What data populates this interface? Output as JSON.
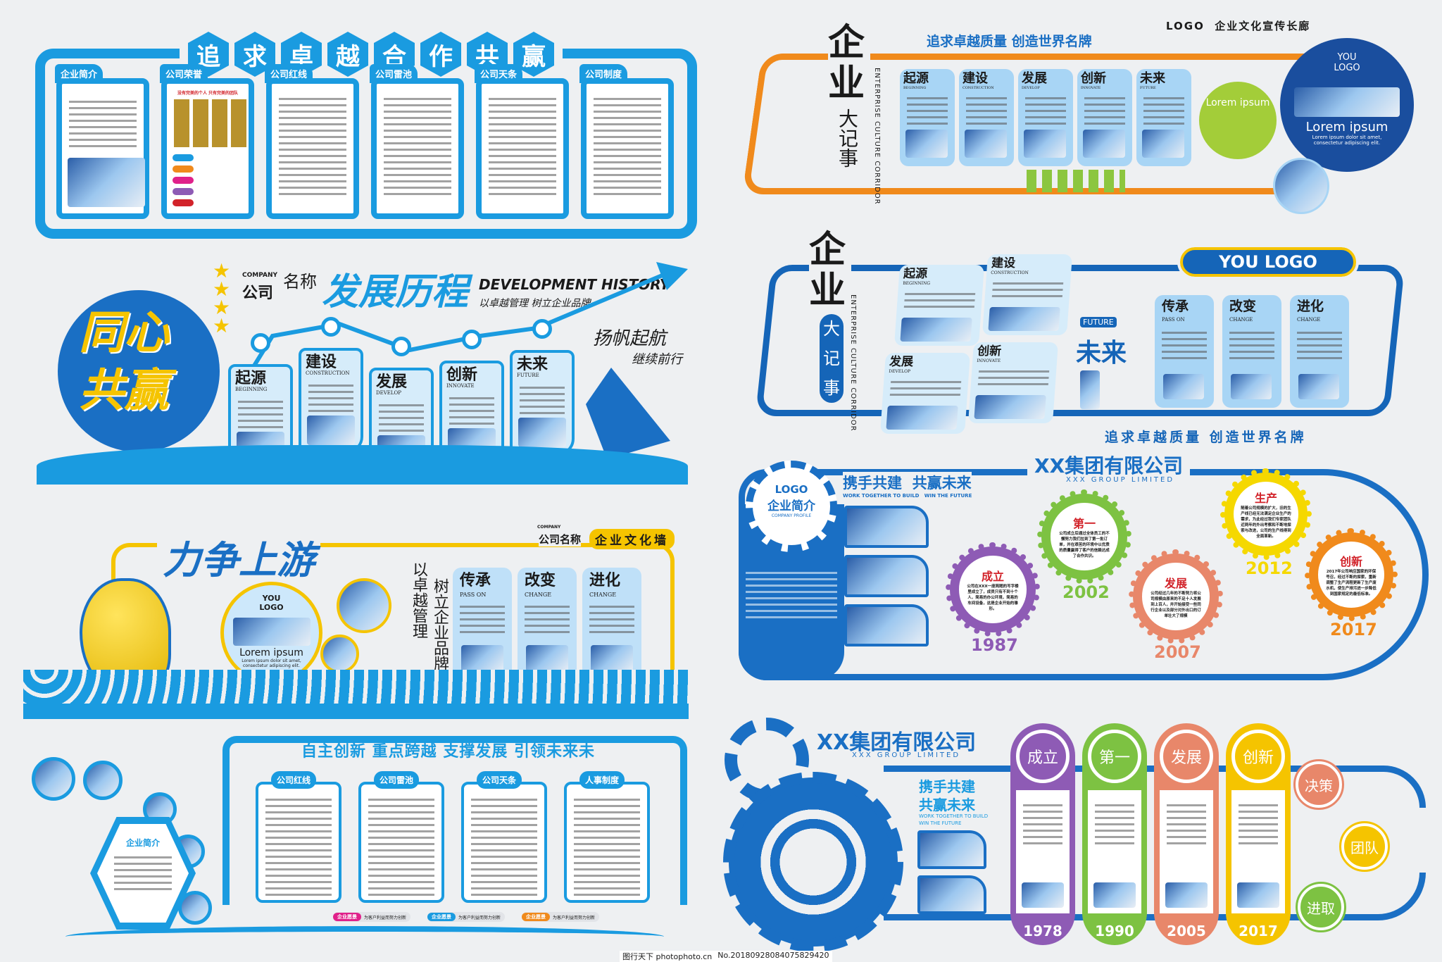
{
  "colors": {
    "blue": "#1a9be0",
    "dark_blue": "#1565b8",
    "orange": "#f08a1c",
    "yellow": "#f5c400",
    "green": "#8cc63f",
    "purple": "#8e5bb5",
    "salmon": "#e8876a"
  },
  "panel1": {
    "title_chars": [
      "追",
      "求",
      "卓",
      "越",
      "合",
      "作",
      "共",
      "赢"
    ],
    "cards": [
      {
        "title": "企业简介"
      },
      {
        "title": "公司荣誉",
        "subtitle": "没有完美的个人 只有完美的团队"
      },
      {
        "title": "公司红线"
      },
      {
        "title": "公司雷池"
      },
      {
        "title": "公司天条"
      },
      {
        "title": "公司制度"
      }
    ]
  },
  "panel2": {
    "company_en": "COMPANY",
    "company": "公司",
    "name": "名称",
    "title": "发展历程",
    "title_en": "DEVELOPMENT HISTORY",
    "slogan": "以卓越管理 树立企业品牌",
    "left_art": "同心共赢",
    "right_slogan_1": "扬帆起航",
    "right_slogan_2": "继续前行",
    "stages": [
      {
        "zh": "起源",
        "en": "BEGINNING"
      },
      {
        "zh": "建设",
        "en": "CONSTRUCTION"
      },
      {
        "zh": "发展",
        "en": "DEVELOP"
      },
      {
        "zh": "创新",
        "en": "INNOVATE"
      },
      {
        "zh": "未来",
        "en": "FUTURE"
      }
    ]
  },
  "panel3": {
    "title": "力争上游",
    "logo": "YOU LOGO",
    "lorem": "Lorem ipsum",
    "lorem_sub": "Lorem ipsum dolor sit amet, consectetur adipiscing elit.",
    "company_en": "COMPANY",
    "company": "公司名称",
    "wall": "企业文化墙",
    "vertical_1": "以卓越管理",
    "vertical_2": "树立企业品牌",
    "cards": [
      {
        "zh": "传承",
        "en": "PASS ON"
      },
      {
        "zh": "改变",
        "en": "CHANGE"
      },
      {
        "zh": "进化",
        "en": "CHANGE"
      }
    ]
  },
  "panel4": {
    "title": "自主创新 重点跨越 支撑发展 引领未来未",
    "hex_title": "企业简介",
    "cards": [
      "公司红线",
      "公司雷池",
      "公司天条",
      "人事制度"
    ],
    "tags": [
      {
        "label": "企业愿景",
        "text": "为客户利益而努力创新",
        "color": "#e0218a"
      },
      {
        "label": "企业愿景",
        "text": "为客户利益而努力创新",
        "color": "#1a9be0"
      },
      {
        "label": "企业愿景",
        "text": "为客户利益而努力创新",
        "color": "#f08a1c"
      }
    ]
  },
  "panel5": {
    "big": "企业",
    "small": "大记事",
    "en": "ENTERPRISE CULTURE CORRIDOR",
    "slogan": "追求卓越质量 创造世界名牌",
    "header": "LOGO  企业文化宣传长廊",
    "stages": [
      {
        "zh": "起源",
        "en": "BEGINNING"
      },
      {
        "zh": "建设",
        "en": "CONSTRUCTION"
      },
      {
        "zh": "发展",
        "en": "DEVELOP"
      },
      {
        "zh": "创新",
        "en": "INNOVATE"
      },
      {
        "zh": "未来",
        "en": "FUTURE"
      }
    ],
    "green_lorem": "Lorem ipsum",
    "circle_logo": "YOU LOGO",
    "circle_lorem": "Lorem ipsum",
    "circle_sub": "Lorem ipsum dolor sit amet, consectetur adipiscing elit."
  },
  "panel6": {
    "big": "企业",
    "small": "大记事",
    "en": "ENTERPRISE CULTURE CORRIDOR",
    "logo": "YOU LOGO",
    "slogan": "追求卓越质量 创造世界名牌",
    "stages": [
      {
        "zh": "起源",
        "en": "BEGINNING"
      },
      {
        "zh": "建设",
        "en": "CONSTRUCTION"
      },
      {
        "zh": "发展",
        "en": "DEVELOP"
      },
      {
        "zh": "创新",
        "en": "INNOVATE"
      }
    ],
    "future_zh": "未来",
    "future_en": "FUTURE",
    "cards": [
      {
        "zh": "传承",
        "en": "PASS ON"
      },
      {
        "zh": "改变",
        "en": "CHANGE"
      },
      {
        "zh": "进化",
        "en": "CHANGE"
      }
    ]
  },
  "panel7": {
    "logo": "LOGO",
    "profile": "企业简介",
    "profile_en": "COMPANY PROFILE",
    "slogan": "携手共建  共赢未来",
    "slogan_en": "WORK TOGETHER TO BUILD   WIN THE FUTURE",
    "title": "XX集团有限公司",
    "title_en": "XXX GROUP LIMITED",
    "gears": [
      {
        "title": "成立",
        "year": "1987",
        "color": "#8e5bb5",
        "text": "公司在XXX一座简陋的写字楼里成立了，成员只有不到十个人，简易的办公环境，简易的车间设备，这是企业开始的雏形。"
      },
      {
        "title": "第一",
        "year": "2002",
        "color": "#7dc242",
        "text": "公司成立后通过全体员工的不懈努力我们拉到了第一批订单，并在艰苦的环境中以优质的质量赢得了客户的信赖达成了合作共识。"
      },
      {
        "title": "发展",
        "year": "2007",
        "color": "#e8876a",
        "text": "公司经过几年的不断努力将公司规模由原来的不足十人发展到上百人，并开始接受一些同行企业以及部分对外出口的订单壮大了规模"
      },
      {
        "title": "生产",
        "year": "2012",
        "color": "#f5d800",
        "text": "随着公司规模的扩大，旧的生产线已经无法满足企业生产的需求，为此经过我们专家团队近两年的外出考察和不断地探索与改进，公司的生产线得到全面革新。"
      },
      {
        "title": "创新",
        "year": "2017",
        "color": "#f08a1c",
        "text": "2017年公司响应国家的环保号召，经过不断的探索，重新调整了生产流程更新了生产废水机，使生产排污进一步降低到国家规定的最低标准。"
      }
    ]
  },
  "panel8": {
    "title": "XX集团有限公司",
    "title_en": "XXX GROUP LIMITED",
    "slogan_1": "携手共建",
    "slogan_2": "共赢未来",
    "slogan_en_1": "WORK TOGETHER TO BUILD",
    "slogan_en_2": "WIN THE FUTURE",
    "pillars": [
      {
        "title": "成立",
        "year": "1978",
        "color": "#8e5bb5"
      },
      {
        "title": "第一",
        "year": "1990",
        "color": "#7dc242"
      },
      {
        "title": "发展",
        "year": "2005",
        "color": "#e8876a"
      },
      {
        "title": "创新",
        "year": "2017",
        "color": "#f5c400"
      }
    ],
    "circles": [
      {
        "label": "决策",
        "color": "#e8876a"
      },
      {
        "label": "团队",
        "color": "#f5c400"
      },
      {
        "label": "进取",
        "color": "#7dc242"
      }
    ]
  },
  "footer": {
    "site": "图行天下 photophoto.cn",
    "number": "No.20180928084075829420"
  }
}
